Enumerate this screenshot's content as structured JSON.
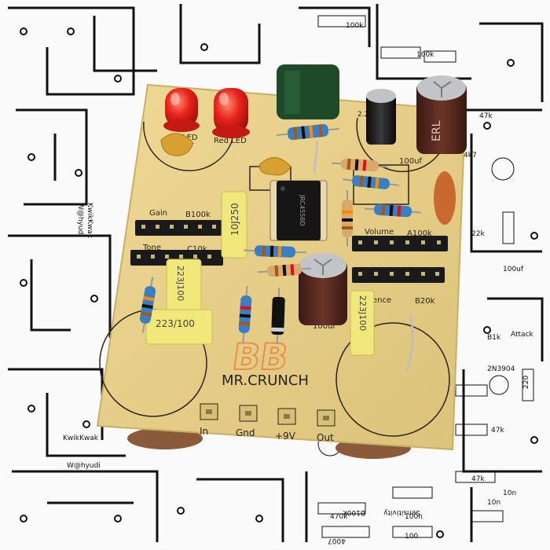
{
  "board": {
    "name": "MR.CRUNCH",
    "logo_text": "BB",
    "labels": {
      "led1": "LED",
      "led2": "Red LED",
      "gain": "Gain",
      "gain_value": "B100k",
      "tone": "Tone",
      "tone_value": "C10k",
      "volume": "Volume",
      "volume_value": "A100k",
      "presence": "ence",
      "presence_value": "B20k",
      "cap_top": "100uf",
      "cap_bottom": "100uf",
      "cap_small": "2.2",
      "film_cap_1": "10J250",
      "film_cap_2": "223J100",
      "film_cap_3": "223/100",
      "film_cap_4": "223J100",
      "ic": "JRC4558D",
      "pad_in": "In",
      "pad_gnd": "Gnd",
      "pad_9v": "+9V",
      "pad_out": "Out",
      "electrolytic_brand": "ERL"
    }
  },
  "background_schematic": {
    "labels": [
      "KwikKwak",
      "W@hyudi",
      "KwikKwak",
      "W@hyudi",
      "Attack",
      "B1k",
      "2N3904",
      "47k",
      "10n",
      "100k",
      "Sensitivity",
      "B100k",
      "470k",
      "100n",
      "100",
      "47k",
      "10n",
      "220",
      "22k",
      "4007",
      "100uf",
      "47k",
      "4k7",
      "100k"
    ]
  },
  "colors": {
    "pcb": "#e8d28a",
    "silkscreen": "#2a241c",
    "led_red": "#e8231c",
    "electrolytic_dark": "#5a2a22",
    "film_cap_yellow": "#f0e87a",
    "resistor_blue": "#3a7fc4",
    "header_black": "#1a1a1a",
    "paper": "#ffffff"
  }
}
